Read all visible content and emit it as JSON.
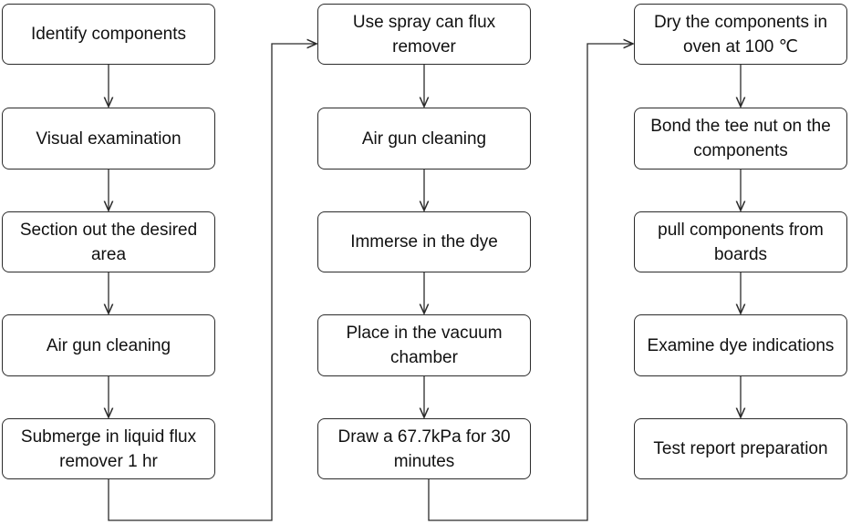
{
  "diagram": {
    "columns": [
      {
        "steps": [
          "Identify components",
          "Visual examination",
          "Section out the desired area",
          "Air gun cleaning",
          "Submerge in liquid flux remover 1 hr"
        ]
      },
      {
        "steps": [
          "Use spray can flux remover",
          "Air gun cleaning",
          "Immerse in the dye",
          "Place in the vacuum chamber",
          "Draw a 67.7kPa for 30 minutes"
        ]
      },
      {
        "steps": [
          "Dry the components in oven at 100 ℃",
          "Bond the tee nut on the components",
          "pull components from boards",
          "Examine dye indications",
          "Test report preparation"
        ]
      }
    ],
    "line_color": "#2b2b2b"
  }
}
